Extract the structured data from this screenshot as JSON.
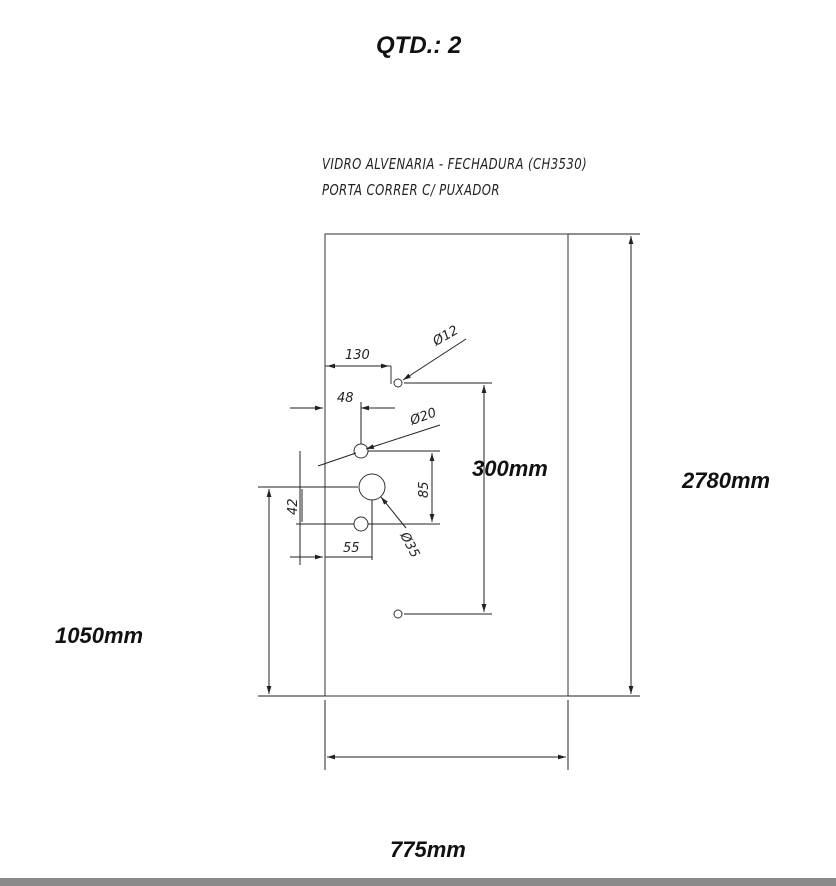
{
  "header": {
    "quantity": "QTD.: 2"
  },
  "description": {
    "line1": "VIDRO ALVENARIA - FECHADURA (CH3530)",
    "line2": "PORTA CORRER C/ PUXADOR"
  },
  "dimensions": {
    "width": "775mm",
    "height": "2780mm",
    "lock_height": "1050mm",
    "hole_spacing": "300mm",
    "edge_offset_top": "130",
    "edge_offset_lock": "48",
    "vertical_85": "85",
    "vertical_42": "42",
    "horizontal_55": "55"
  },
  "holes": {
    "small_top": "Ø12",
    "medium": "Ø20",
    "large": "Ø35"
  }
}
